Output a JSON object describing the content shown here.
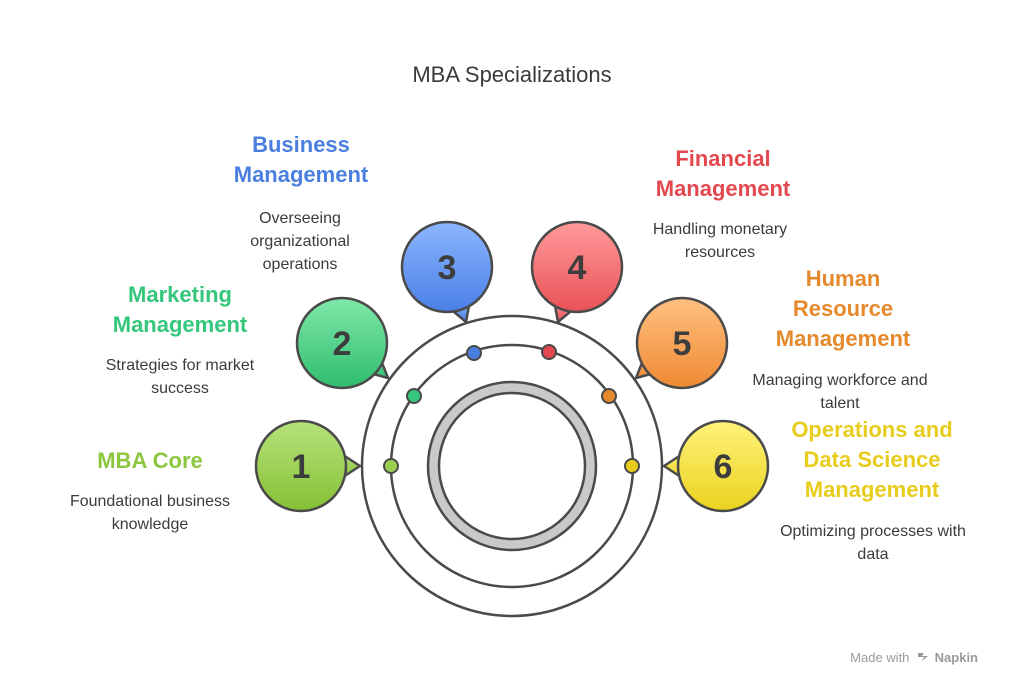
{
  "title": "MBA Specializations",
  "items": [
    {
      "number": "1",
      "label": "MBA Core",
      "description": "Foundational business knowledge",
      "color": "#8cc63f"
    },
    {
      "number": "2",
      "label": "Marketing Management",
      "description": "Strategies for market success",
      "color": "#34c77b"
    },
    {
      "number": "3",
      "label": "Business Management",
      "description": "Overseeing organizational operations",
      "color": "#4a7fe0"
    },
    {
      "number": "4",
      "label": "Financial Management",
      "description": "Handling monetary resources",
      "color": "#e4484f"
    },
    {
      "number": "5",
      "label": "Human Resource Management",
      "description": "Managing workforce and talent",
      "color": "#e5892d"
    },
    {
      "number": "6",
      "label": "Operations and Data Science Management",
      "description": "Optimizing processes with data",
      "color": "#e8cc1c"
    }
  ],
  "footer": {
    "prefix": "Made with",
    "brand": "Napkin",
    "icon": "napkin-logo-icon"
  }
}
